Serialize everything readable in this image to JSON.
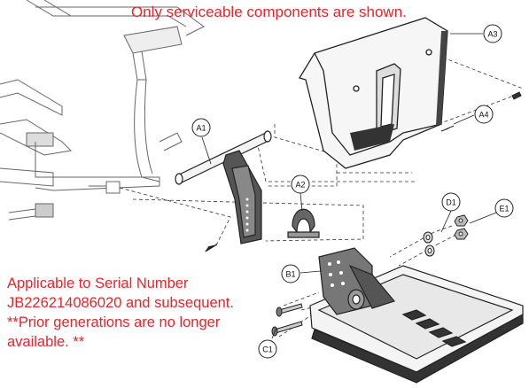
{
  "notes": {
    "top": "Only serviceable components are shown.",
    "applicability": [
      "Applicable to Serial Number",
      "JB226214086020 and subsequent.",
      "**Prior generations are no longer",
      "available. **"
    ]
  },
  "callouts": {
    "a1": "A1",
    "a2": "A2",
    "a3": "A3",
    "a4": "A4",
    "b1": "B1",
    "c1": "C1",
    "d1": "D1",
    "e1": "E1"
  },
  "colors": {
    "note_text": "#e3262b",
    "line_art": "#222222",
    "part_fill_dark": "#444444",
    "part_fill_light": "#f4f4f4"
  }
}
